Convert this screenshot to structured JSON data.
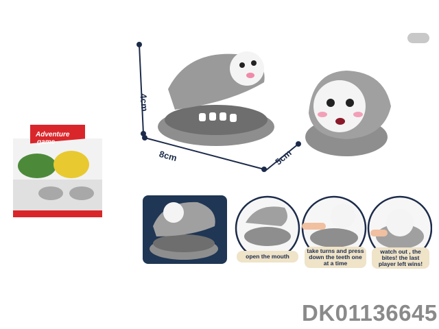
{
  "box": {
    "title_line1": "Adventure",
    "title_line2": "game"
  },
  "dimensions": {
    "height": "4cm",
    "length": "8cm",
    "width": "5cm"
  },
  "steps": [
    {
      "label": "open the mouth"
    },
    {
      "label": "take turns and press down the teeth one at a time"
    },
    {
      "label": "watch out , the bites! the last player left wins!"
    }
  ],
  "product_code": "DK01136645",
  "colors": {
    "toy_grey": "#9a9a9a",
    "navy": "#1c2b4a",
    "label_bg": "#efe3c8"
  }
}
